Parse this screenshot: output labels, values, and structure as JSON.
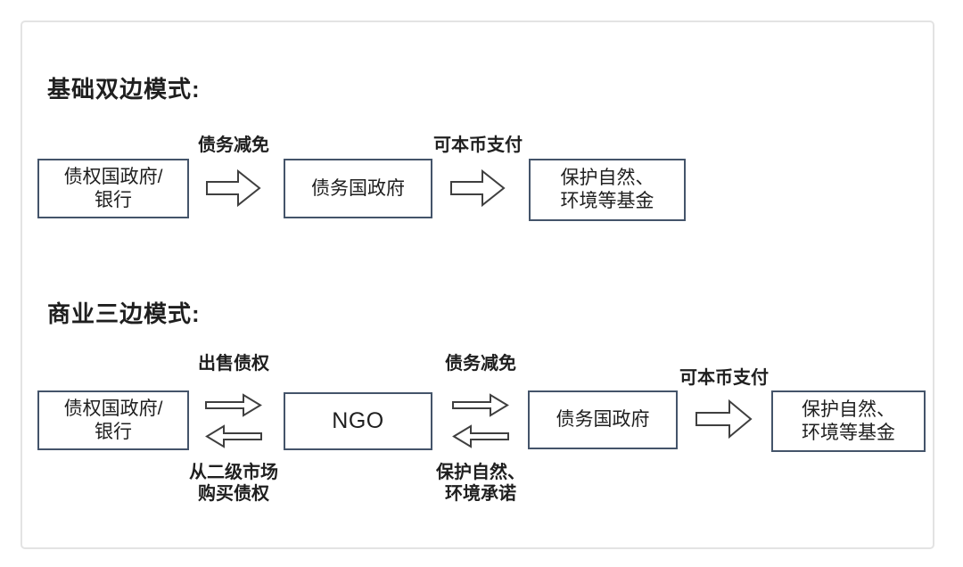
{
  "s1": {
    "title": "基础双边模式:",
    "creditor_line1": "债权国政府/",
    "creditor_line2": "银行",
    "relief_label": "债务减免",
    "debtor": "债务国政府",
    "pay_label": "可本币支付",
    "fund_line1": "保护自然、",
    "fund_line2": "环境等基金"
  },
  "s2": {
    "title": "商业三边模式:",
    "creditor_line1": "债权国政府/",
    "creditor_line2": "银行",
    "sell_label": "出售债权",
    "buy_label_line1": "从二级市场",
    "buy_label_line2": "购买债权",
    "ngo": "NGO",
    "relief_label": "债务减免",
    "commit_label_line1": "保护自然、",
    "commit_label_line2": "环境承诺",
    "debtor": "债务国政府",
    "pay_label": "可本币支付",
    "fund_line1": "保护自然、",
    "fund_line2": "环境等基金"
  },
  "colors": {
    "box_border": "#44546a",
    "arrow_stroke": "#3f3f3f",
    "frame_border": "#e3e3e3",
    "text": "#1f1f1f"
  }
}
